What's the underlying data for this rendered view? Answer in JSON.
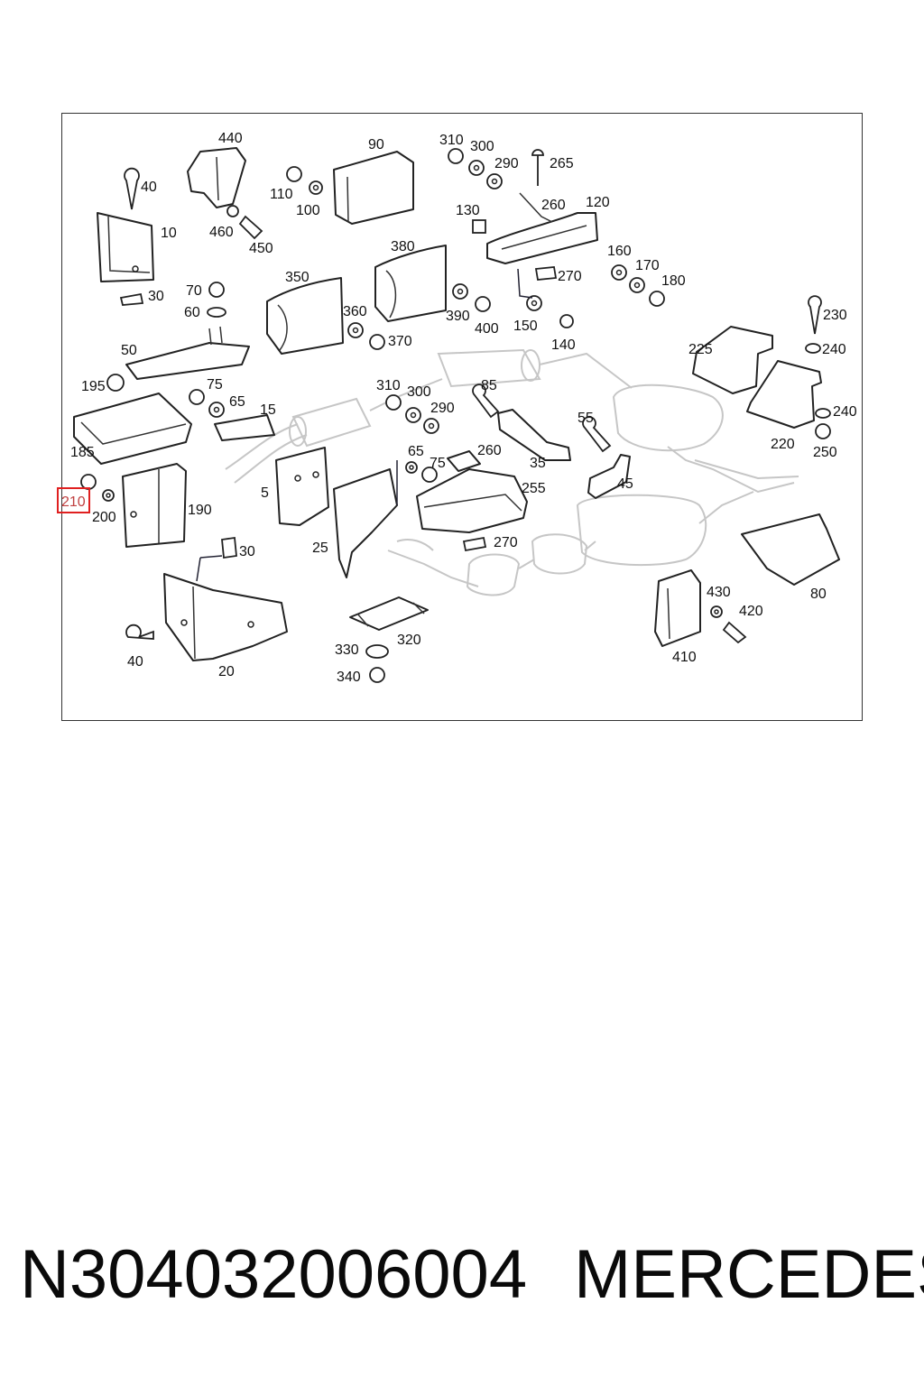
{
  "diagram": {
    "highlight_color": "#e02020",
    "highlighted_callout": "210",
    "callouts": {
      "c440": "440",
      "c90": "90",
      "c310a": "310",
      "c300a": "300",
      "c290a": "290",
      "c265": "265",
      "c40a": "40",
      "c110": "110",
      "c100": "100",
      "c130": "130",
      "c260a": "260",
      "c120": "120",
      "c10": "10",
      "c460": "460",
      "c450": "450",
      "c380": "380",
      "c160": "160",
      "c170": "170",
      "c180": "180",
      "c270a": "270",
      "c350": "350",
      "c70": "70",
      "c30a": "30",
      "c60": "60",
      "c360": "360",
      "c390": "390",
      "c400": "400",
      "c150": "150",
      "c370": "370",
      "c140": "140",
      "c230": "230",
      "c225": "225",
      "c240a": "240",
      "c50": "50",
      "c195": "195",
      "c75a": "75",
      "c65a": "65",
      "c310b": "310",
      "c300b": "300",
      "c290b": "290",
      "c85": "85",
      "c15": "15",
      "c55": "55",
      "c240b": "240",
      "c220": "220",
      "c250": "250",
      "c185": "185",
      "c65b": "65",
      "c75b": "75",
      "c260b": "260",
      "c35": "35",
      "c45": "45",
      "c5": "5",
      "c255": "255",
      "c210": "210",
      "c200": "200",
      "c190": "190",
      "c25": "25",
      "c270b": "270",
      "c30b": "30",
      "c80": "80",
      "c430": "430",
      "c420": "420",
      "c320": "320",
      "c330": "330",
      "c40b": "40",
      "c20": "20",
      "c340": "340",
      "c410": "410"
    }
  },
  "footer": {
    "part_number": "N304032006004",
    "brand": "MERCEDES"
  }
}
